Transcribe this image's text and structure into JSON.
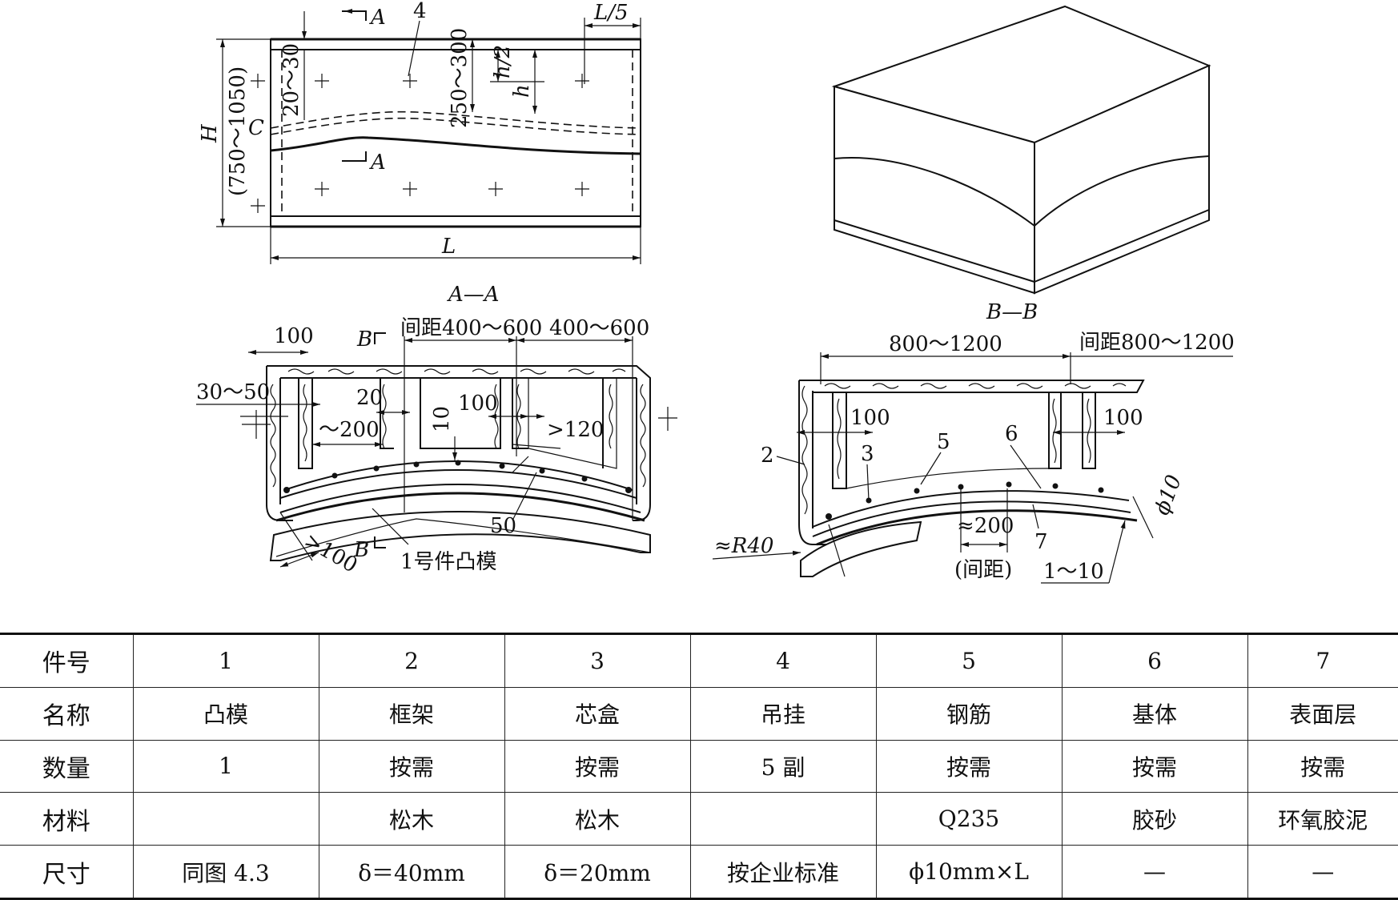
{
  "views": {
    "front": {
      "section_mark_top": "A",
      "section_mark_bottom": "A",
      "part_label": "4",
      "dim_width_fraction": "L/5",
      "dim_height": "H",
      "dim_height_range": "(750～1050)",
      "dim_edge": "20～30",
      "dim_mid": "250～300",
      "dim_half": "h/2",
      "dim_h": "h",
      "center_label": "C",
      "dim_length": "L"
    },
    "section_aa": {
      "title": "A—A",
      "cut_mark": "B",
      "cut_mark_bottom": "B",
      "spacing_1": "间距400～600",
      "spacing_2": "400～600",
      "dim_100": "100",
      "dim_30_50": "30～50",
      "dim_20": "20",
      "dim_200": "～200",
      "dim_10": "10",
      "dim_100b": "100",
      "dim_120": ">120",
      "dim_50": "50",
      "dim_100c": ">100",
      "die_label": "1号件凸模"
    },
    "section_bb": {
      "title": "B—B",
      "dim_width": "800～1200",
      "spacing": "间距800～1200",
      "dim_left_100": "100",
      "dim_right_100": "100",
      "label_2": "2",
      "label_3": "3",
      "label_5": "5",
      "label_6": "6",
      "label_7": "7",
      "dim_dia": "ϕ10",
      "dim_r": "≈R40",
      "dim_200": "≈200",
      "spacing_note": "(间距)",
      "dim_1_10": "1～10"
    }
  },
  "table": {
    "rows": [
      {
        "head": "件号",
        "cells": [
          "1",
          "2",
          "3",
          "4",
          "5",
          "6",
          "7"
        ]
      },
      {
        "head": "名称",
        "cells": [
          "凸模",
          "框架",
          "芯盒",
          "吊挂",
          "钢筋",
          "基体",
          "表面层"
        ]
      },
      {
        "head": "数量",
        "cells": [
          "1",
          "按需",
          "按需",
          "5 副",
          "按需",
          "按需",
          "按需"
        ]
      },
      {
        "head": "材料",
        "cells": [
          "",
          "松木",
          "松木",
          "",
          "Q235",
          "胶砂",
          "环氧胶泥"
        ]
      },
      {
        "head": "尺寸",
        "cells": [
          "同图 4.3",
          "δ＝40mm",
          "δ＝20mm",
          "按企业标准",
          "ϕ10mm×L",
          "—",
          "—"
        ]
      }
    ]
  }
}
